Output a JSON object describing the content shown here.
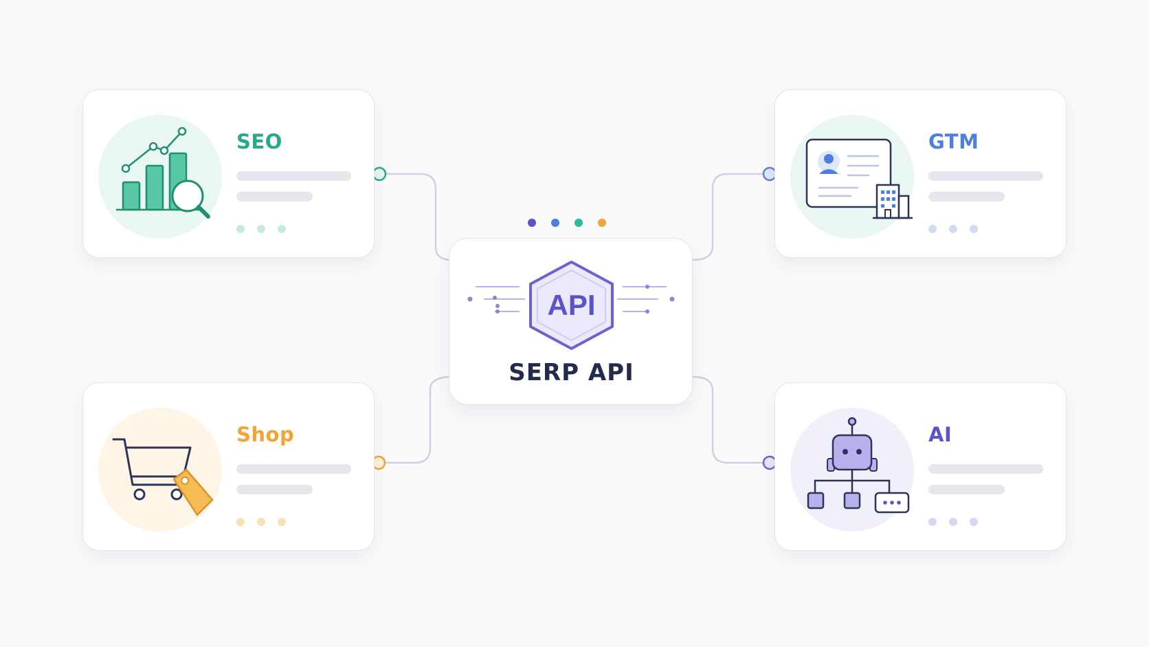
{
  "hub": {
    "badge": "API",
    "title": "SERP API",
    "accent": "#5b53c9",
    "status_dots": [
      "#5b53c9",
      "#4e7fe0",
      "#2fb89a",
      "#f2a33a"
    ]
  },
  "cards": {
    "seo": {
      "title": "SEO",
      "color": "#27a98a",
      "icon": "chart-search-icon"
    },
    "gtm": {
      "title": "GTM",
      "color": "#4f7fde",
      "icon": "contact-card-building-icon"
    },
    "shop": {
      "title": "Shop",
      "color": "#f0a533",
      "icon": "cart-tag-icon"
    },
    "ai": {
      "title": "AI",
      "color": "#5b53c9",
      "icon": "robot-network-icon"
    }
  }
}
